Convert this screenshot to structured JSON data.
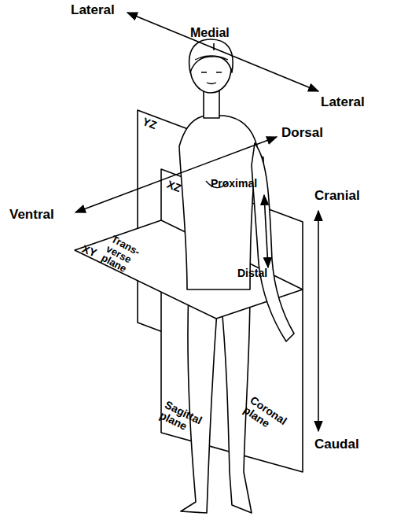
{
  "diagram": {
    "labels": [
      "Lateral",
      "Medial",
      "Lateral",
      "YZ",
      "Dorsal",
      "XZ",
      "Proximal",
      "Cranial",
      "Ventral",
      "XY",
      "Trans- verse plane",
      "Distal",
      "Sagittal plane",
      "Coronal plane",
      "Caudal"
    ]
  }
}
